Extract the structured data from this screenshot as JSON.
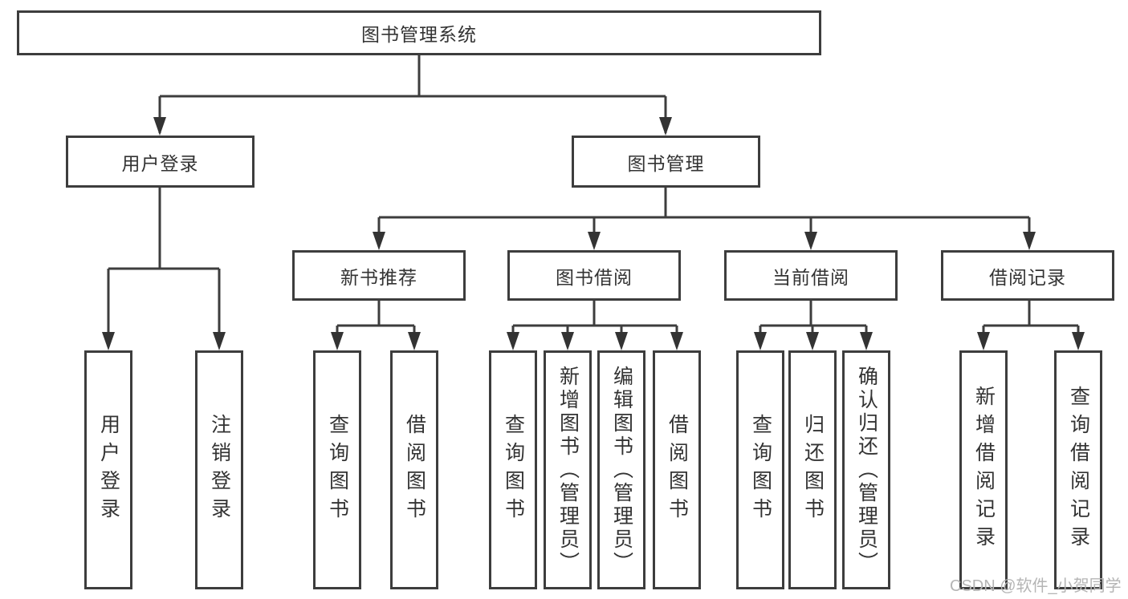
{
  "diagram": {
    "type": "hierarchy",
    "tree": {
      "root": {
        "label": "图书管理系统",
        "children": [
          {
            "label": "用户登录",
            "children": [
              {
                "label": "用户登录"
              },
              {
                "label": "注销登录"
              }
            ]
          },
          {
            "label": "图书管理",
            "children": [
              {
                "label": "新书推荐",
                "children": [
                  {
                    "label": "查询图书"
                  },
                  {
                    "label": "借阅图书"
                  }
                ]
              },
              {
                "label": "图书借阅",
                "children": [
                  {
                    "label": "查询图书"
                  },
                  {
                    "label": "新增图书（管理员）"
                  },
                  {
                    "label": "编辑图书（管理员）"
                  },
                  {
                    "label": "借阅图书"
                  }
                ]
              },
              {
                "label": "当前借阅",
                "children": [
                  {
                    "label": "查询图书"
                  },
                  {
                    "label": "归还图书"
                  },
                  {
                    "label": "确认归还（管理员）"
                  }
                ]
              },
              {
                "label": "借阅记录",
                "children": [
                  {
                    "label": "新增借阅记录"
                  },
                  {
                    "label": "查询借阅记录"
                  }
                ]
              }
            ]
          }
        ]
      }
    },
    "colors": {
      "line": "#3d3d3d",
      "text": "#333333",
      "background": "#ffffff",
      "watermark": "#b5b5b5"
    }
  },
  "watermark": "CSDN @软件_小贺同学"
}
